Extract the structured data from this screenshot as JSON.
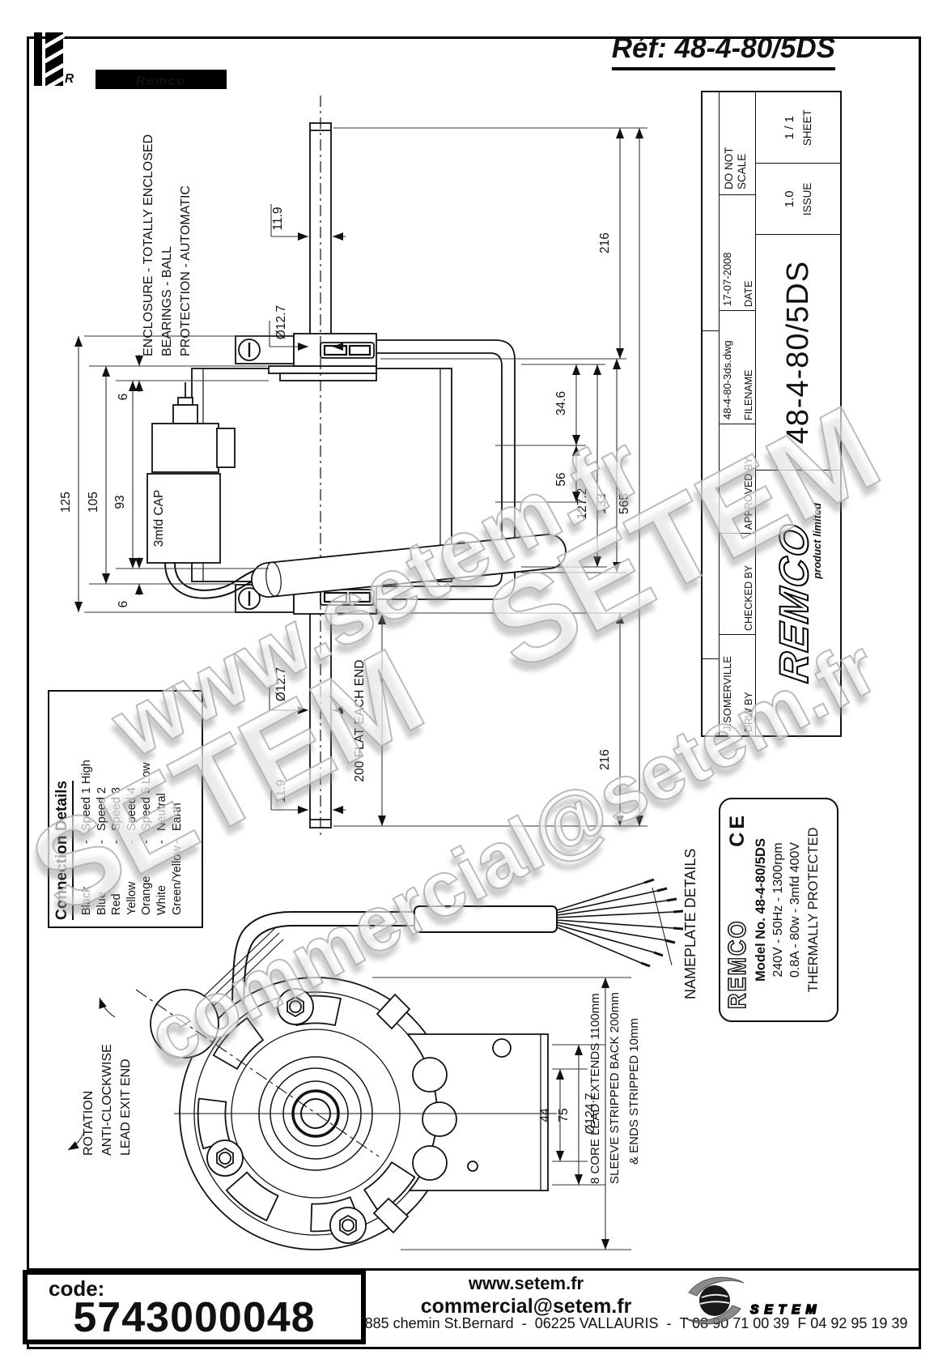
{
  "header": {
    "ref_label": "Réf: 48-4-80/5DS",
    "brand": "Remco",
    "brand_initial": "R"
  },
  "watermarks": {
    "line1": "www.setem.fr",
    "line2": "SETEM SETEM",
    "line3": "commercial@setem.fr"
  },
  "side_view": {
    "notes": [
      "ENCLOSURE - TOTALLY ENCLOSED",
      "BEARINGS - BALL",
      "PROTECTION - AUTOMATIC"
    ],
    "cap_label": "3mfd CAP",
    "shaft_note": "200 FLAT EACH END",
    "dims_top": {
      "flat": "11.9",
      "dia": "Ø12.7",
      "length": "216"
    },
    "dims_bottom": {
      "flat": "11.9",
      "dia": "Ø12.7",
      "length": "216"
    },
    "dims_left": {
      "overall": "125",
      "outer": "105",
      "inner": "93",
      "foot_top": "6",
      "foot_bottom": "6"
    },
    "dims_right": {
      "bracket_top": "34.6",
      "hole_span": "56",
      "bracket_inner": "127.2",
      "bracket_outer": "133",
      "overall": "565"
    }
  },
  "connection_details": {
    "title": "Connection Details",
    "separator": "-",
    "rows": [
      {
        "color": "Black",
        "function": "Speed 1 High"
      },
      {
        "color": "Blue",
        "function": "Speed 2"
      },
      {
        "color": "Red",
        "function": "Speed 3"
      },
      {
        "color": "Yellow",
        "function": "Speed 4"
      },
      {
        "color": "Orange",
        "function": "Speed 5 Low"
      },
      {
        "color": "White",
        "function": "Neutral"
      },
      {
        "color": "Green/Yellow",
        "function": "Earth"
      }
    ]
  },
  "front_view": {
    "rotation_note": [
      "ROTATION",
      "ANTI-CLOCKWISE",
      "LEAD EXIT END"
    ],
    "lead_note": [
      "8 CORE LEAD EXTENDS 1100mm",
      "SLEEVE STRIPPED BACK 200mm",
      "& ENDS STRIPPED 10mm"
    ],
    "dims": {
      "hole_span": "44",
      "bracket_span": "75",
      "dia": "Ø124.7"
    }
  },
  "nameplate": {
    "section_label": "NAMEPLATE DETAILS",
    "brand": "REMCO",
    "ce": "CE",
    "model": "Model No. 48-4-80/5DS",
    "electrical": "240V - 50Hz - 1300rpm",
    "ratings": "0.8A - 80w - 3mfd 400V",
    "protection": "THERMALLY PROTECTED"
  },
  "title_block": {
    "do_not_scale": "DO NOT SCALE",
    "date_label": "DATE",
    "date": "17-07-2008",
    "filename_label": "FILENAME",
    "filename": "48-4-80-3ds.dwg",
    "approved_label": "APPROVED BY",
    "checked_label": "CHECKED BY",
    "drw_label": "DRW BY",
    "drw_by": "J.SOMERVILLE",
    "company": "REMCO",
    "company_sub": "product limited",
    "part_number": "48-4-80/5DS",
    "issue_label": "ISSUE",
    "issue": "1.0",
    "sheet_label": "SHEET",
    "sheet": "1 / 1"
  },
  "footer": {
    "code_label": "code:",
    "code": "5743000048",
    "website": "www.setem.fr",
    "email": "commercial@setem.fr",
    "logo_text": "SETEM",
    "address": "885 chemin St.Bernard",
    "city": "06225 VALLAURIS",
    "tel": "T 08 90 71 00 39",
    "fax": "F 04 92 95 19 39",
    "separator": "-"
  }
}
